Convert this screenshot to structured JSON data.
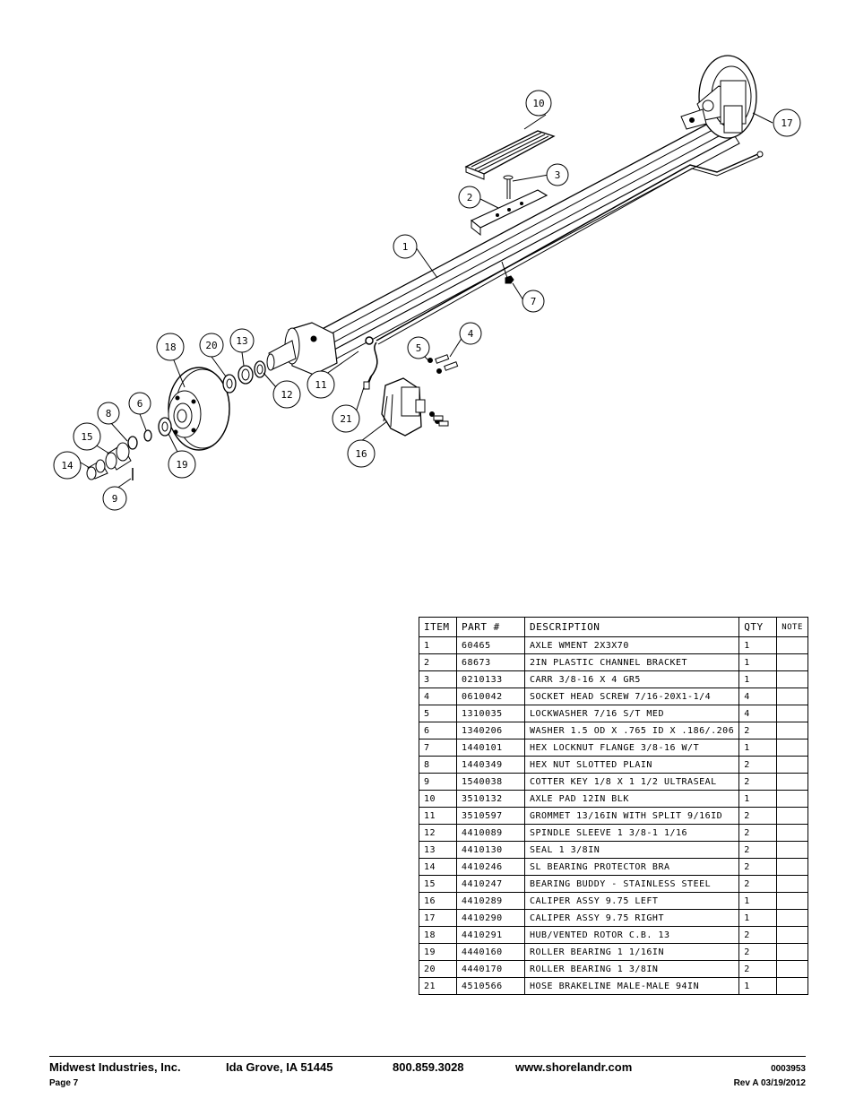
{
  "diagram": {
    "callouts": [
      "1",
      "2",
      "3",
      "4",
      "5",
      "6",
      "7",
      "8",
      "9",
      "10",
      "11",
      "12",
      "13",
      "14",
      "15",
      "16",
      "17",
      "18",
      "19",
      "20",
      "21"
    ]
  },
  "table": {
    "headers": {
      "item": "ITEM",
      "part": "PART #",
      "description": "DESCRIPTION",
      "qty": "QTY",
      "note": "NOTE"
    },
    "rows": [
      {
        "item": "1",
        "part": "60465",
        "description": "AXLE WMENT   2X3X70",
        "qty": "1",
        "note": ""
      },
      {
        "item": "2",
        "part": "68673",
        "description": "2IN PLASTIC CHANNEL BRACKET",
        "qty": "1",
        "note": ""
      },
      {
        "item": "3",
        "part": "0210133",
        "description": "CARR 3/8-16 X 4 GR5",
        "qty": "1",
        "note": ""
      },
      {
        "item": "4",
        "part": "0610042",
        "description": "SOCKET HEAD SCREW 7/16-20X1-1/4",
        "qty": "4",
        "note": ""
      },
      {
        "item": "5",
        "part": "1310035",
        "description": "LOCKWASHER 7/16 S/T MED",
        "qty": "4",
        "note": ""
      },
      {
        "item": "6",
        "part": "1340206",
        "description": "WASHER 1.5 OD X .765 ID X .186/.206",
        "qty": "2",
        "note": ""
      },
      {
        "item": "7",
        "part": "1440101",
        "description": "HEX LOCKNUT FLANGE 3/8-16 W/T",
        "qty": "1",
        "note": ""
      },
      {
        "item": "8",
        "part": "1440349",
        "description": "HEX NUT SLOTTED PLAIN",
        "qty": "2",
        "note": ""
      },
      {
        "item": "9",
        "part": "1540038",
        "description": "COTTER KEY 1/8 X 1 1/2 ULTRASEAL",
        "qty": "2",
        "note": ""
      },
      {
        "item": "10",
        "part": "3510132",
        "description": "AXLE PAD 12IN  BLK",
        "qty": "1",
        "note": ""
      },
      {
        "item": "11",
        "part": "3510597",
        "description": "GROMMET 13/16IN  WITH SPLIT 9/16ID",
        "qty": "2",
        "note": ""
      },
      {
        "item": "12",
        "part": "4410089",
        "description": "SPINDLE SLEEVE  1 3/8-1 1/16",
        "qty": "2",
        "note": ""
      },
      {
        "item": "13",
        "part": "4410130",
        "description": "SEAL  1 3/8IN",
        "qty": "2",
        "note": ""
      },
      {
        "item": "14",
        "part": "4410246",
        "description": "SL BEARING PROTECTOR BRA",
        "qty": "2",
        "note": ""
      },
      {
        "item": "15",
        "part": "4410247",
        "description": "BEARING BUDDY - STAINLESS STEEL",
        "qty": "2",
        "note": ""
      },
      {
        "item": "16",
        "part": "4410289",
        "description": "CALIPER ASSY 9.75 LEFT",
        "qty": "1",
        "note": ""
      },
      {
        "item": "17",
        "part": "4410290",
        "description": "CALIPER ASSY 9.75 RIGHT",
        "qty": "1",
        "note": ""
      },
      {
        "item": "18",
        "part": "4410291",
        "description": "HUB/VENTED ROTOR C.B.  13",
        "qty": "2",
        "note": ""
      },
      {
        "item": "19",
        "part": "4440160",
        "description": "ROLLER BEARING   1 1/16IN",
        "qty": "2",
        "note": ""
      },
      {
        "item": "20",
        "part": "4440170",
        "description": "ROLLER BEARING   1 3/8IN",
        "qty": "2",
        "note": ""
      },
      {
        "item": "21",
        "part": "4510566",
        "description": "HOSE BRAKELINE MALE-MALE 94IN",
        "qty": "1",
        "note": ""
      }
    ]
  },
  "footer": {
    "company": "Midwest Industries, Inc.",
    "location": "Ida Grove, IA  51445",
    "phone": "800.859.3028",
    "website": "www.shorelandr.com",
    "doc_number": "0003953",
    "page": "Page 7",
    "revision": "Rev A 03/19/2012"
  }
}
